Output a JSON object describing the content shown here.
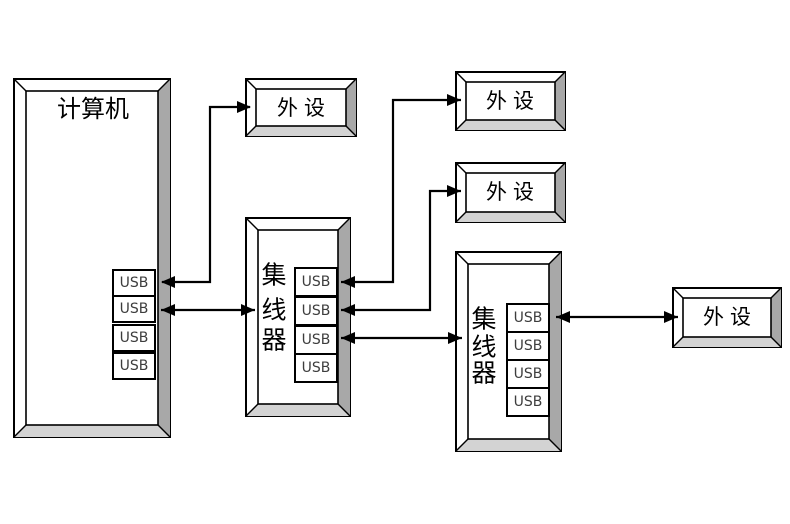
{
  "computer": {
    "label": "计算机",
    "ports": [
      "USB",
      "USB",
      "USB",
      "USB"
    ]
  },
  "hub_left": {
    "label_chars": [
      "集",
      "线",
      "器"
    ],
    "ports": [
      "USB",
      "USB",
      "USB",
      "USB"
    ]
  },
  "hub_right": {
    "label_chars": [
      "集",
      "线",
      "器"
    ],
    "ports": [
      "USB",
      "USB",
      "USB",
      "USB"
    ]
  },
  "peripherals": {
    "top": "外设",
    "upper_right": "外设",
    "mid_right": "外设",
    "far_right": "外设"
  },
  "colors": {
    "background": "#ffffff",
    "box_fill": "#ffffff",
    "bevel_right": "#a8a8a8",
    "bevel_bottom": "#d3d3d3",
    "connector_line": "#000000",
    "usb_label_text": "#3d3d3d"
  }
}
